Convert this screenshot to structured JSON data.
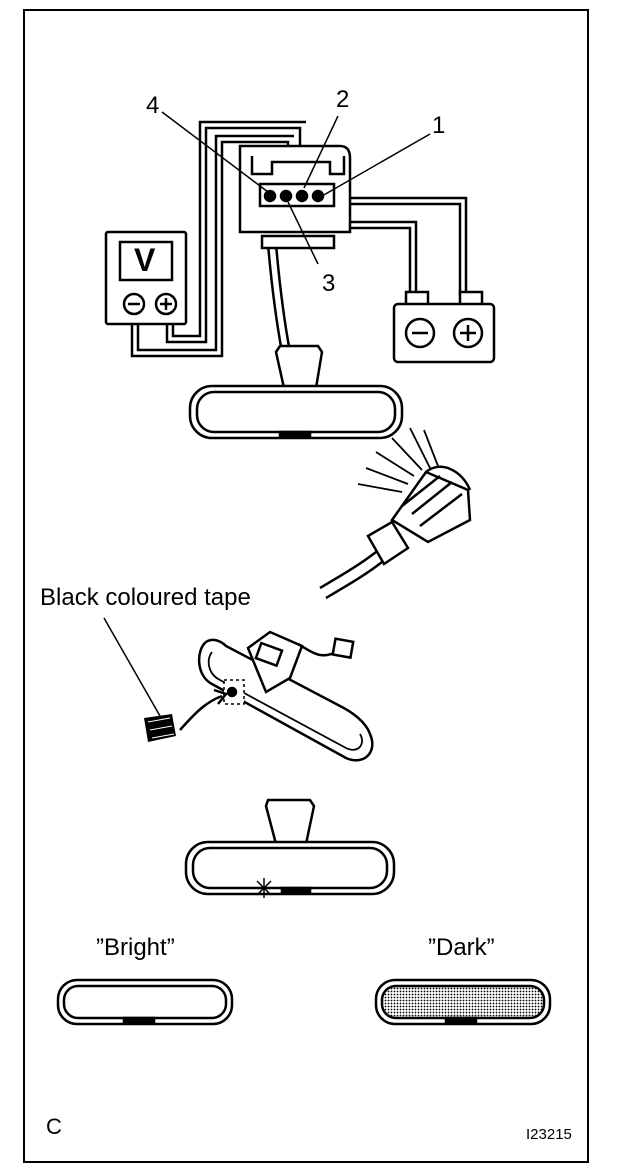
{
  "labels": {
    "terminal_1": "1",
    "terminal_2": "2",
    "terminal_3": "3",
    "terminal_4": "4",
    "voltmeter_symbol": "V",
    "tape_label": "Black coloured tape",
    "bright_label": "”Bright”",
    "dark_label": "”Dark”",
    "corner_letter": "C",
    "figure_code": "I23215"
  },
  "colors": {
    "ink": "#000000",
    "paper": "#ffffff",
    "dark_fill": "#bdbdbd"
  }
}
